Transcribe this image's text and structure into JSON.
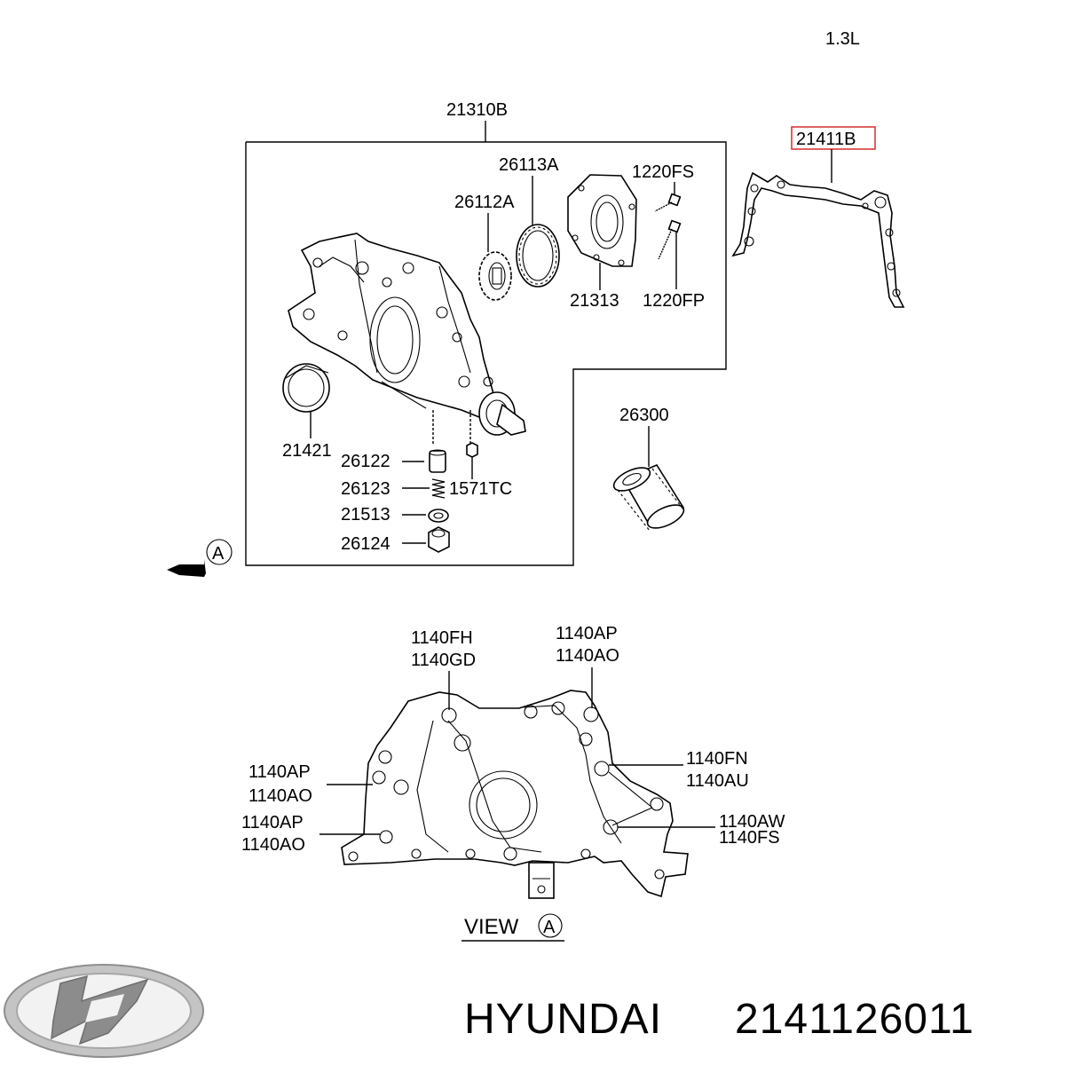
{
  "engine": "1.3L",
  "labels": {
    "assembly": "21310B",
    "gasket": "21411B",
    "rotor_outer": "26113A",
    "rotor_inner": "26112A",
    "screw_fs": "1220FS",
    "screw_fp": "1220FP",
    "cover": "21313",
    "seal": "21421",
    "plunger": "26122",
    "spring": "26123",
    "washer": "21513",
    "plug": "26124",
    "bolt_tc": "1571TC",
    "oil_filter": "26300",
    "view_marker": "A",
    "b_fh": "1140FH",
    "b_gd": "1140GD",
    "b_ap_top": "1140AP",
    "b_ao_top": "1140AO",
    "b_fn": "1140FN",
    "b_au": "1140AU",
    "b_aw": "1140AW",
    "b_fs": "1140FS",
    "b_ap_left1": "1140AP",
    "b_ao_left1": "1140AO",
    "b_ap_left2": "1140AP",
    "b_ao_left2": "1140AO",
    "view_text": "VIEW",
    "view_circle": "A"
  },
  "footer": {
    "brand": "HYUNDAI",
    "part_number": "2141126011"
  },
  "colors": {
    "highlight": "#d63a3a",
    "logo": "#9a9a9a"
  }
}
